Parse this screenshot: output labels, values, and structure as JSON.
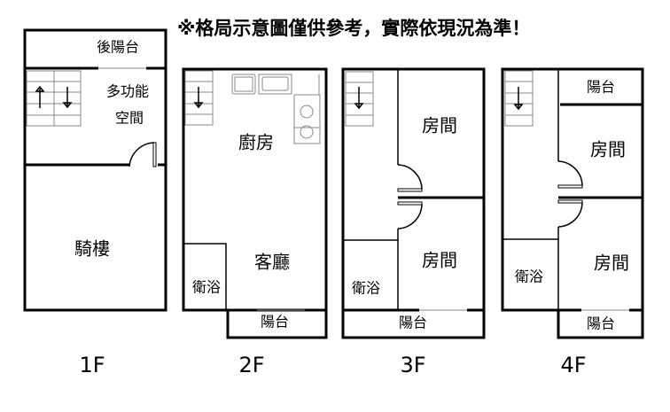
{
  "title": "※格局示意圖僅供參考，實際依現況為準！",
  "floors": [
    {
      "label": "1F",
      "rooms": [
        "後陽台",
        "多功能",
        "空間",
        "騎樓"
      ]
    },
    {
      "label": "2F",
      "rooms": [
        "廚房",
        "客廳",
        "衛浴",
        "陽台"
      ]
    },
    {
      "label": "3F",
      "rooms": [
        "房間",
        "房間",
        "衛浴",
        "陽台"
      ]
    },
    {
      "label": "4F",
      "rooms": [
        "陽台",
        "房間",
        "房間",
        "衛浴",
        "陽台"
      ]
    }
  ]
}
